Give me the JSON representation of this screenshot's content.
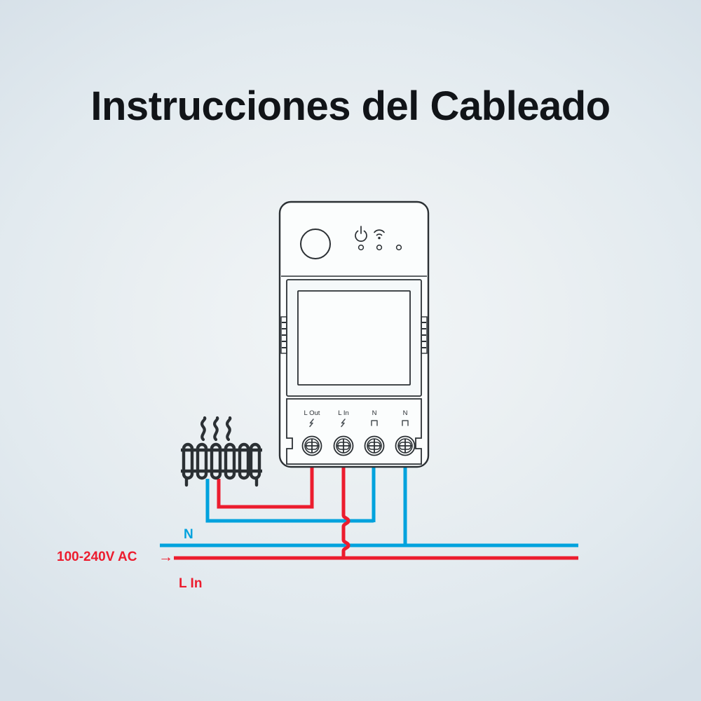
{
  "page": {
    "title": "Instrucciones del Cableado",
    "background_edge_color": "#d6e0e8",
    "background_center_color": "#f2f6f7"
  },
  "colors": {
    "live_red": "#ec1c2e",
    "neutral_blue": "#00a2dd",
    "outline_dark": "#2b3034",
    "device_fill": "#fbfdfd",
    "title_color": "#111418"
  },
  "device": {
    "name": "smart-switch-module",
    "top_panel": {
      "button_label": "",
      "indicators": [
        {
          "icon": "power-icon",
          "led": "power-led"
        },
        {
          "icon": "wifi-icon",
          "led": "wifi-led"
        },
        {
          "icon": "",
          "led": "status-led"
        }
      ]
    },
    "terminals": [
      {
        "label": "L Out",
        "symbol": "lightning-bolt-icon",
        "wire": "live"
      },
      {
        "label": "L In",
        "symbol": "lightning-bolt-icon",
        "wire": "live"
      },
      {
        "label": "N",
        "symbol": "neutral-icon",
        "wire": "neutral"
      },
      {
        "label": "N",
        "symbol": "neutral-icon",
        "wire": "neutral"
      }
    ]
  },
  "load": {
    "name": "radiator-heater",
    "icon": "radiator-icon",
    "heat_waves": 3,
    "fins": 6
  },
  "supply": {
    "voltage_label": "100-240V AC",
    "arrow": "→",
    "neutral_label": "N",
    "live_label": "L In"
  },
  "chart_data": {
    "type": "diagram",
    "title": "Instrucciones del Cableado",
    "description": "Wiring diagram for a smart switch module connecting a radiator load to 100-240V AC mains",
    "nodes": [
      {
        "id": "device",
        "label": "smart-switch-module"
      },
      {
        "id": "radiator",
        "label": "radiator-heater"
      },
      {
        "id": "mains_n",
        "label": "N"
      },
      {
        "id": "mains_l",
        "label": "L In"
      }
    ],
    "edges": [
      {
        "from": "device.L Out",
        "to": "radiator",
        "color": "#ec1c2e"
      },
      {
        "from": "device.L In",
        "to": "mains_l",
        "color": "#ec1c2e"
      },
      {
        "from": "device.N1",
        "to": "radiator",
        "color": "#00a2dd"
      },
      {
        "from": "device.N2",
        "to": "mains_n",
        "color": "#00a2dd"
      }
    ]
  }
}
